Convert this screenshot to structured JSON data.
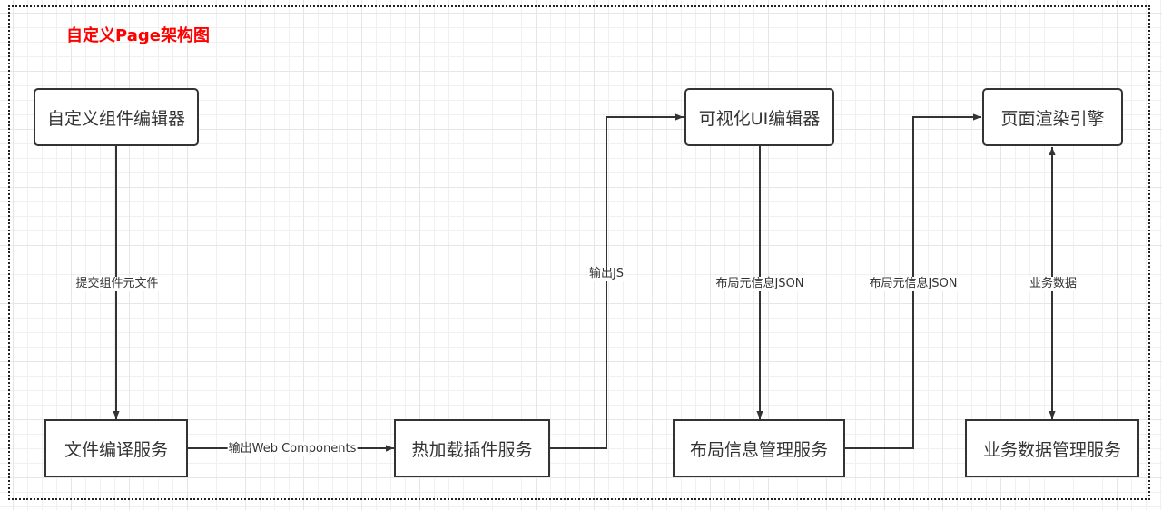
{
  "diagram": {
    "title": "自定义Page架构图",
    "colors": {
      "title": "#ff0000",
      "stroke": "#333333",
      "grid": "#e6e6e6"
    },
    "nodes": [
      {
        "id": "custom-component-editor",
        "label": "自定义组件编辑器",
        "shape": "rounded-rect"
      },
      {
        "id": "file-compile-service",
        "label": "文件编译服务",
        "shape": "rect"
      },
      {
        "id": "hot-reload-plugin-service",
        "label": "热加载插件服务",
        "shape": "rect"
      },
      {
        "id": "visual-ui-editor",
        "label": "可视化UI编辑器",
        "shape": "rounded-rect"
      },
      {
        "id": "layout-info-management-service",
        "label": "布局信息管理服务",
        "shape": "rect"
      },
      {
        "id": "page-render-engine",
        "label": "页面渲染引擎",
        "shape": "rounded-rect"
      },
      {
        "id": "business-data-management-service",
        "label": "业务数据管理服务",
        "shape": "rect"
      }
    ],
    "edges": [
      {
        "from": "custom-component-editor",
        "to": "file-compile-service",
        "label": "提交组件元文件",
        "direction": "forward"
      },
      {
        "from": "file-compile-service",
        "to": "hot-reload-plugin-service",
        "label": "输出Web Components",
        "direction": "forward"
      },
      {
        "from": "hot-reload-plugin-service",
        "to": "visual-ui-editor",
        "label": "输出JS",
        "direction": "forward"
      },
      {
        "from": "visual-ui-editor",
        "to": "layout-info-management-service",
        "label": "布局元信息JSON",
        "direction": "forward"
      },
      {
        "from": "layout-info-management-service",
        "to": "page-render-engine",
        "label": "布局元信息JSON",
        "direction": "forward"
      },
      {
        "from": "page-render-engine",
        "to": "business-data-management-service",
        "label": "业务数据",
        "direction": "both"
      }
    ]
  }
}
